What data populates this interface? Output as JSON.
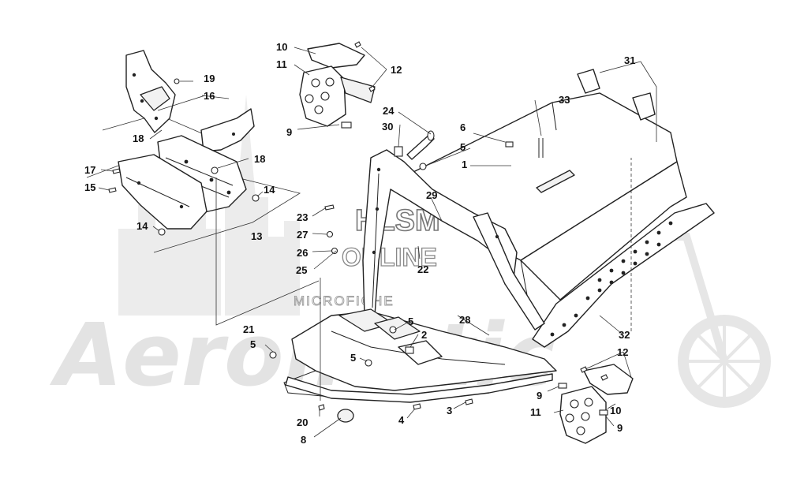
{
  "watermark": {
    "brand_text": "Aeromatic",
    "site_line1": "HLSM",
    "site_line2": "ONLINE",
    "site_line3": "MICROFICHE"
  },
  "callouts": [
    {
      "id": "c1",
      "text": "1"
    },
    {
      "id": "c2",
      "text": "2"
    },
    {
      "id": "c3",
      "text": "3"
    },
    {
      "id": "c4",
      "text": "4"
    },
    {
      "id": "c5a",
      "text": "5"
    },
    {
      "id": "c5b",
      "text": "5"
    },
    {
      "id": "c5c",
      "text": "5"
    },
    {
      "id": "c5d",
      "text": "5"
    },
    {
      "id": "c6",
      "text": "6"
    },
    {
      "id": "c8",
      "text": "8"
    },
    {
      "id": "c9a",
      "text": "9"
    },
    {
      "id": "c9b",
      "text": "9"
    },
    {
      "id": "c9c",
      "text": "9"
    },
    {
      "id": "c10a",
      "text": "10"
    },
    {
      "id": "c10b",
      "text": "10"
    },
    {
      "id": "c11a",
      "text": "11"
    },
    {
      "id": "c11b",
      "text": "11"
    },
    {
      "id": "c12a",
      "text": "12"
    },
    {
      "id": "c12b",
      "text": "12"
    },
    {
      "id": "c13",
      "text": "13"
    },
    {
      "id": "c14a",
      "text": "14"
    },
    {
      "id": "c14b",
      "text": "14"
    },
    {
      "id": "c15",
      "text": "15"
    },
    {
      "id": "c16",
      "text": "16"
    },
    {
      "id": "c17",
      "text": "17"
    },
    {
      "id": "c18a",
      "text": "18"
    },
    {
      "id": "c18b",
      "text": "18"
    },
    {
      "id": "c19",
      "text": "19"
    },
    {
      "id": "c20",
      "text": "20"
    },
    {
      "id": "c21",
      "text": "21"
    },
    {
      "id": "c22",
      "text": "22"
    },
    {
      "id": "c23",
      "text": "23"
    },
    {
      "id": "c24",
      "text": "24"
    },
    {
      "id": "c25",
      "text": "25"
    },
    {
      "id": "c26",
      "text": "26"
    },
    {
      "id": "c27",
      "text": "27"
    },
    {
      "id": "c28",
      "text": "28"
    },
    {
      "id": "c29",
      "text": "29"
    },
    {
      "id": "c30",
      "text": "30"
    },
    {
      "id": "c31",
      "text": "31"
    },
    {
      "id": "c32",
      "text": "32"
    },
    {
      "id": "c33",
      "text": "33"
    }
  ]
}
